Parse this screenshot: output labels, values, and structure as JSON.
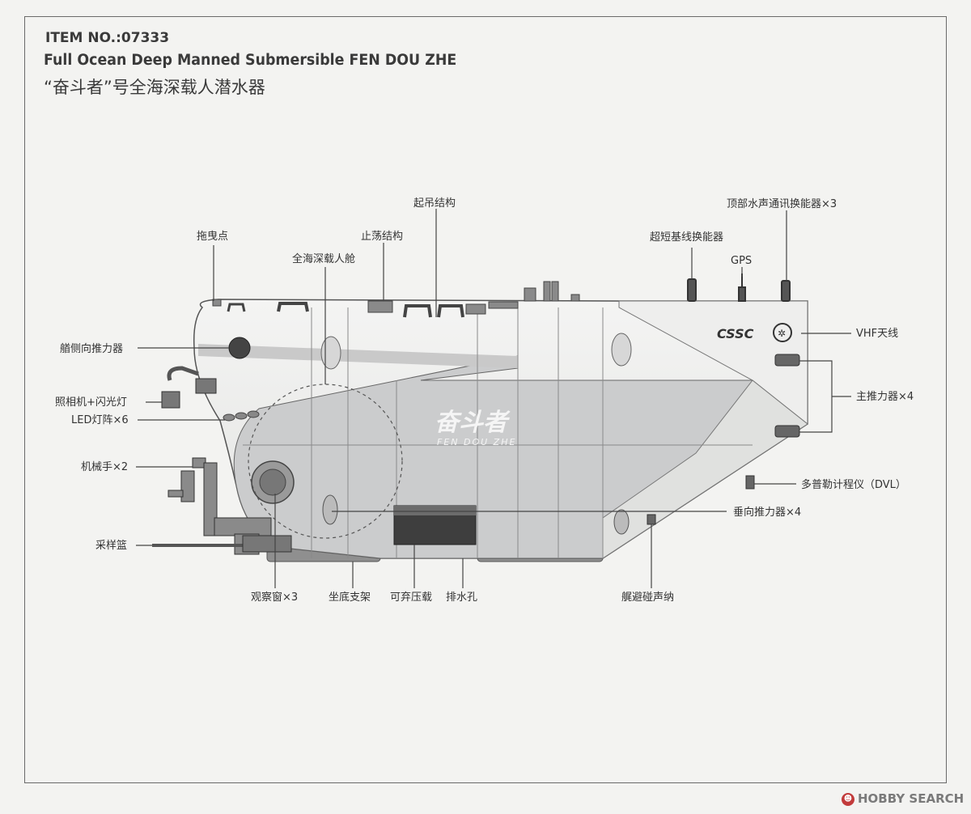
{
  "header": {
    "item_no": "ITEM  NO.:07333",
    "title_en": "Full Ocean Deep Manned Submersible FEN DOU ZHE",
    "title_cn": "“奋斗者”号全海深载人潜水器"
  },
  "hull": {
    "name_cn": "奋斗者",
    "name_en": "FEN  DOU  ZHE",
    "logo": "CSSC"
  },
  "labels": {
    "tow_point": "拖曳点",
    "lifting_structure": "起吊结构",
    "anti_sway": "止荡结构",
    "manned_cabin": "全海深载人舱",
    "usbl": "超短基线换能器",
    "gps": "GPS",
    "top_acoustic": "顶部水声通讯换能器×3",
    "vhf": "VHF天线",
    "bow_thruster": "艏侧向推力器",
    "camera_flash": "照相机+闪光灯",
    "led_array": "LED灯阵×6",
    "main_thruster": "主推力器×4",
    "manipulator": "机械手×2",
    "dvl": "多普勒计程仪（DVL）",
    "vertical_thruster": "垂向推力器×4",
    "sample_basket": "采样篮",
    "viewport": "观察窗×3",
    "landing_frame": "坐底支架",
    "ballast": "可弃压载",
    "drain_hole": "排水孔",
    "obstacle_sonar": "艉避碰声纳"
  },
  "watermark": "HOBBY SEARCH",
  "colors": {
    "hull_light": "#e6e7e5",
    "hull_dark": "#c9cacb",
    "stripe": "#d0d0d0",
    "frame": "#6a6a6a"
  }
}
